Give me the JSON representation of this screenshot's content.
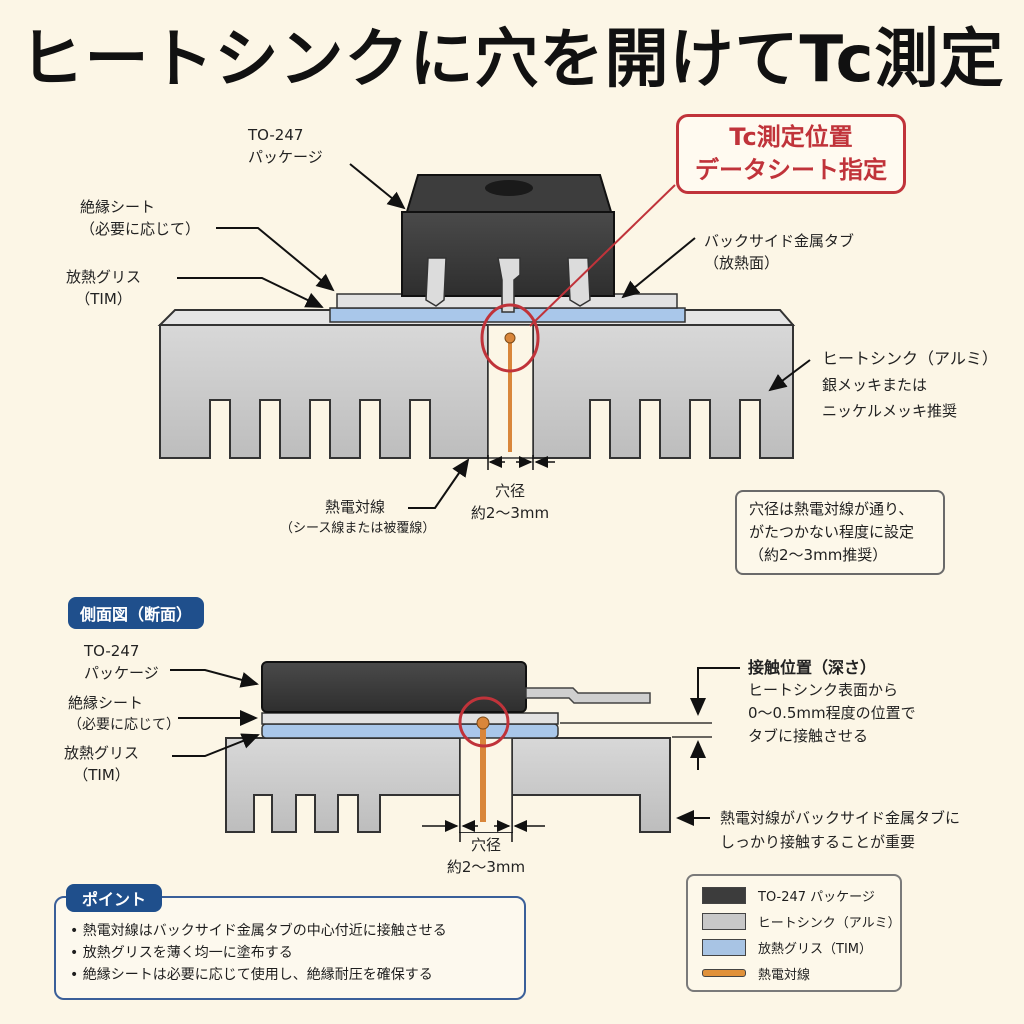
{
  "title": "ヒートシンクに穴を開けてTc測定",
  "top_view": {
    "package_label": [
      "TO-247",
      "パッケージ"
    ],
    "insulation_label": [
      "絶縁シート",
      "（必要に応じて）"
    ],
    "grease_label": [
      "放熱グリス",
      "（TIM）"
    ],
    "tc_callout": [
      "Tc測定位置",
      "データシート指定"
    ],
    "tab_label": [
      "バックサイド金属タブ",
      "（放熱面）"
    ],
    "heatsink_label": [
      "ヒートシンク（アルミ）",
      "銀メッキまたは",
      "ニッケルメッキ推奨"
    ],
    "thermocouple_label": [
      "熱電対線",
      "（シース線または被覆線）"
    ],
    "hole_label": [
      "穴径",
      "約2～3mm"
    ],
    "hole_note": [
      "穴径は熱電対線が通り、",
      "がたつかない程度に設定",
      "（約2～3mm推奨）"
    ]
  },
  "side_view": {
    "section_tag": "側面図（断面）",
    "package_label": [
      "TO-247",
      "パッケージ"
    ],
    "insulation_label": [
      "絶縁シート",
      "（必要に応じて）"
    ],
    "grease_label": [
      "放熱グリス",
      "（TIM）"
    ],
    "depth_label": [
      "接触位置（深さ）",
      "ヒートシンク表面から",
      "0～0.5mm程度の位置で",
      "タブに接触させる"
    ],
    "contact_note": [
      "熱電対線がバックサイド金属タブに",
      "しっかり接触することが重要"
    ],
    "hole_label": [
      "穴径",
      "約2～3mm"
    ]
  },
  "points": {
    "tag": "ポイント",
    "items": [
      "熱電対線はバックサイド金属タブの中心付近に接触させる",
      "放熱グリスを薄く均一に塗布する",
      "絶縁シートは必要に応じて使用し、絶縁耐圧を確保する"
    ]
  },
  "legend": [
    {
      "label": "TO-247 パッケージ",
      "color": "#3c3c3c",
      "kind": "box"
    },
    {
      "label": "ヒートシンク（アルミ）",
      "color": "#c8c8c8",
      "kind": "box"
    },
    {
      "label": "放熱グリス（TIM）",
      "color": "#a8c4e4",
      "kind": "box"
    },
    {
      "label": "熱電対線",
      "color": "#e0913a",
      "kind": "line"
    }
  ],
  "colors": {
    "package": "#3a3a3a",
    "heatsink": "#cdcdcd",
    "grease": "#a9c7ea",
    "insulation": "#e2e2e2",
    "thermocouple": "#d9863a",
    "highlight": "#c0333a",
    "accent_blue": "#1f4f8c"
  }
}
